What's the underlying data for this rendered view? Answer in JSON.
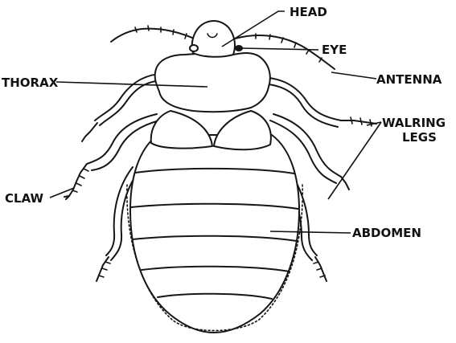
{
  "labels": {
    "head": "HEAD",
    "eye": "EYE",
    "antenna": "ANTENNA",
    "thorax": "THORAX",
    "walking_legs_line1": "WALRING",
    "walking_legs_line2": "LEGS",
    "claw": "CLAW",
    "abdomen": "ABDOMEN"
  },
  "colors": {
    "ink": "#161616",
    "background": "#ffffff"
  }
}
